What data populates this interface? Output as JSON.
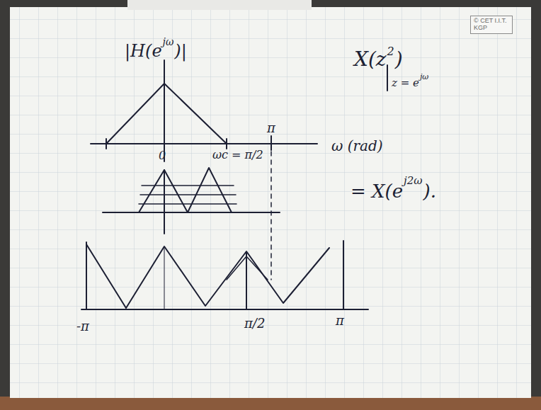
{
  "diagram": {
    "nodes": [
      {
        "text": [
          "© CET I.I.T. KGP"
        ]
      }
    ],
    "labels": [
      "|H(e",
      "jω",
      ")|",
      "0",
      "ωc = π/2",
      "π",
      "ω (rad)",
      "X(z",
      "2",
      ")",
      "z = e",
      "jω",
      "= X(e",
      "j2ω",
      ").",
      "-π",
      "π/2",
      "π"
    ]
  }
}
